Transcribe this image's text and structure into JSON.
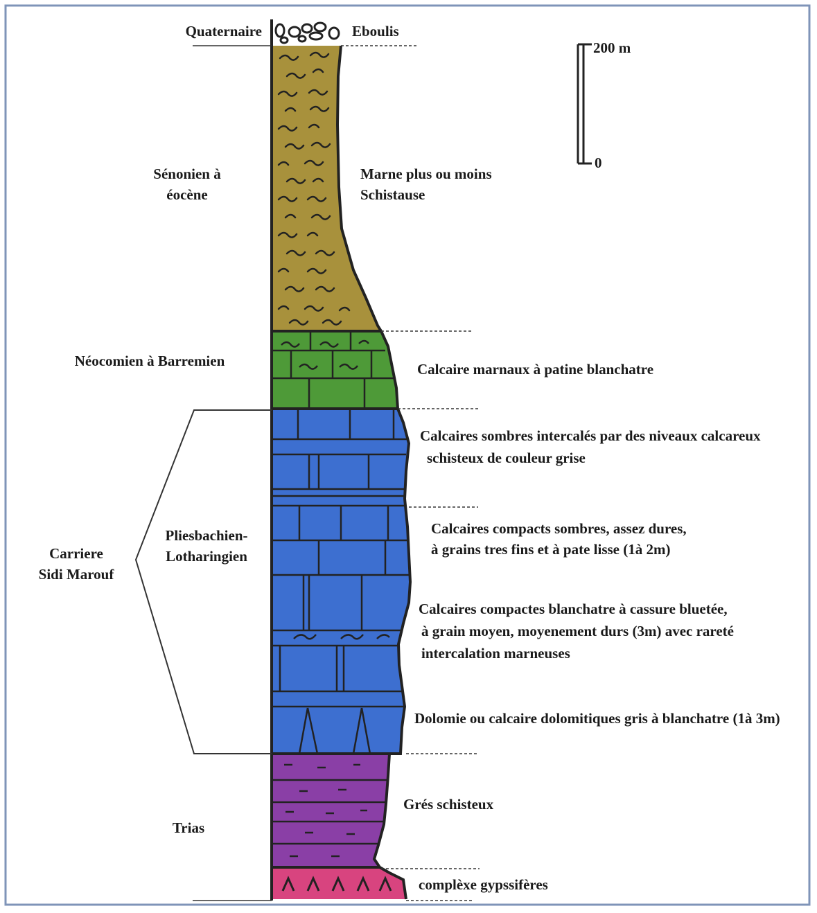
{
  "colors": {
    "frame": "#7f94b8",
    "marl": "#a8913c",
    "green": "#4e9a38",
    "blue": "#3d6fd0",
    "purple": "#8a3fa6",
    "pink": "#d8447f",
    "ink": "#1a1a1a"
  },
  "scale_bar": {
    "top_label": "200 m",
    "bottom_label": "0"
  },
  "ages": {
    "quaternaire": "Quaternaire",
    "senonien_line1": "Sénonien à",
    "senonien_line2": "éocène",
    "neocomien": "Néocomien à Barremien",
    "pliesbachien_line1": "Pliesbachien-",
    "pliesbachien_line2": "Lotharingien",
    "carriere_line1": "Carriere",
    "carriere_line2": "Sidi Marouf",
    "trias": "Trias"
  },
  "lithology": {
    "eboulis": "Eboulis",
    "marne_line1": "Marne plus ou moins",
    "marne_line2": "Schistause",
    "calcaire_marnaux": "Calcaire marnaux à patine blanchatre",
    "sombres_line1": "Calcaires sombres intercalés par des niveaux calcareux",
    "sombres_line2": "schisteux de couleur grise",
    "compacts_line1": "Calcaires compacts sombres, assez dures,",
    "compacts_line2": "à grains tres fins et à pate lisse (1à 2m)",
    "blanchatre_line1": "Calcaires compactes blanchatre à cassure bluetée,",
    "blanchatre_line2": "à grain moyen, moyenement durs (3m) avec rareté",
    "blanchatre_line3": "intercalation marneuses",
    "dolomie": "Dolomie ou calcaire dolomitiques gris à blanchatre (1à 3m)",
    "gres": "Grés schisteux",
    "gypse": "complèxe gypssifères"
  }
}
